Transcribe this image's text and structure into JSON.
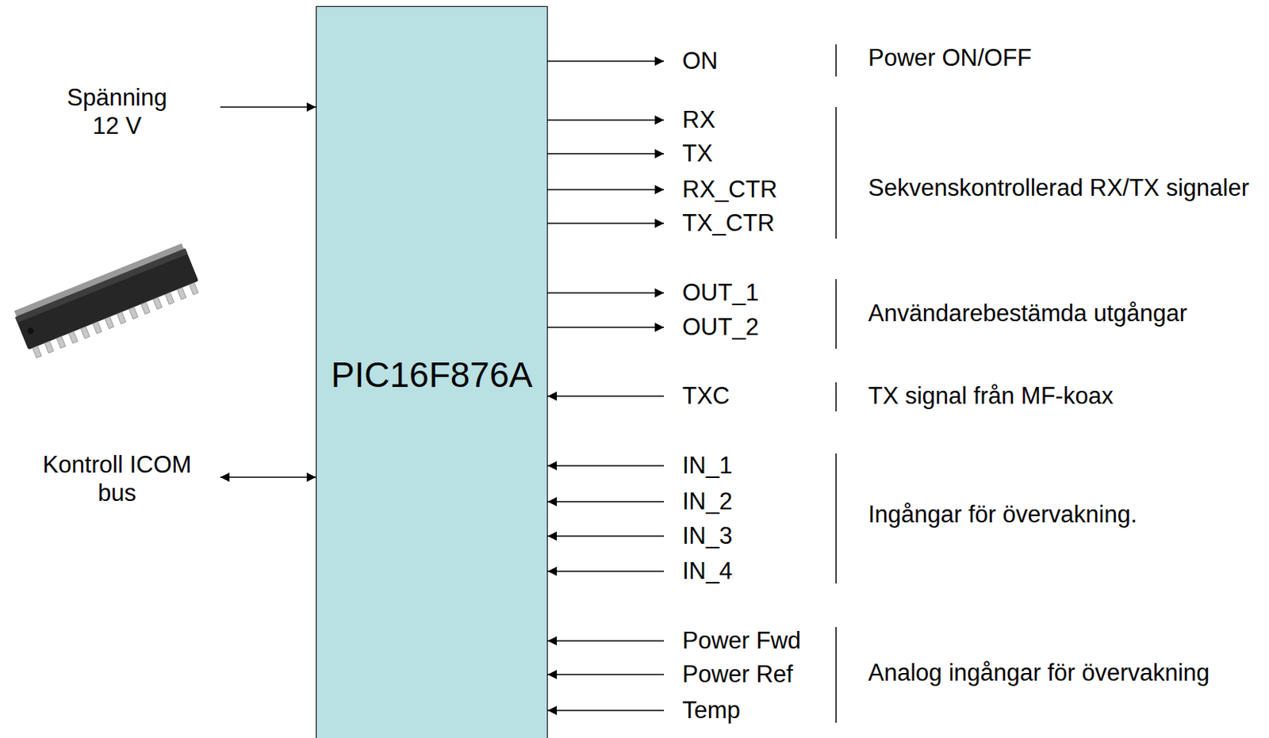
{
  "diagram": {
    "nodes": [
      {
        "text": [
          "PIC16F876A"
        ]
      }
    ],
    "labels": [
      "Spänning 12 V",
      "Kontroll ICOM bus",
      "ON",
      "Power ON/OFF",
      "RX",
      "TX",
      "RX_CTR",
      "TX_CTR",
      "Sekvenskontrollerad RX/TX signaler",
      "OUT_1",
      "OUT_2",
      "Användarebestämda utgångar",
      "TXC",
      "TX signal från MF-koax",
      "IN_1",
      "IN_2",
      "IN_3",
      "IN_4",
      "Ingångar för övervakning.",
      "Power Fwd",
      "Power Ref",
      "Temp",
      "Analog ingångar för övervakning"
    ]
  }
}
